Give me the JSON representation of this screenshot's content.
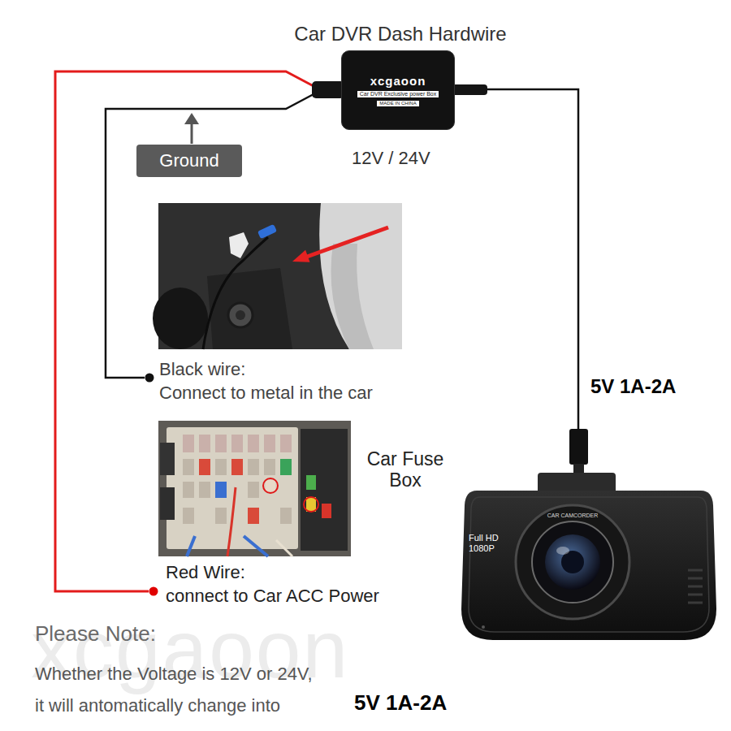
{
  "diagram": {
    "title": "Car DVR Dash Hardwire",
    "nodes": [
      {
        "text": [
          "xcgaoon",
          "Car DVR Exclusive power Box",
          "MADE IN CHINA"
        ]
      },
      {
        "text": [
          "Ground"
        ]
      },
      {
        "text": [
          "Full HD 1080P",
          "CAR CAMCORDER"
        ]
      }
    ],
    "edges": [
      {
        "from": 0,
        "to": 2,
        "label": "5V 1A-2A",
        "arrow": "none"
      }
    ],
    "labels": [
      "12V / 24V",
      "Black wire:",
      "Connect to metal in the car",
      "Car Fuse Box",
      "Red Wire:",
      "connect to Car ACC Power",
      "xcgaoon",
      "Please Note:",
      "Whether the Voltage is 12V or 24V,",
      "it will antomatically change into",
      "5V 1A-2A"
    ]
  }
}
